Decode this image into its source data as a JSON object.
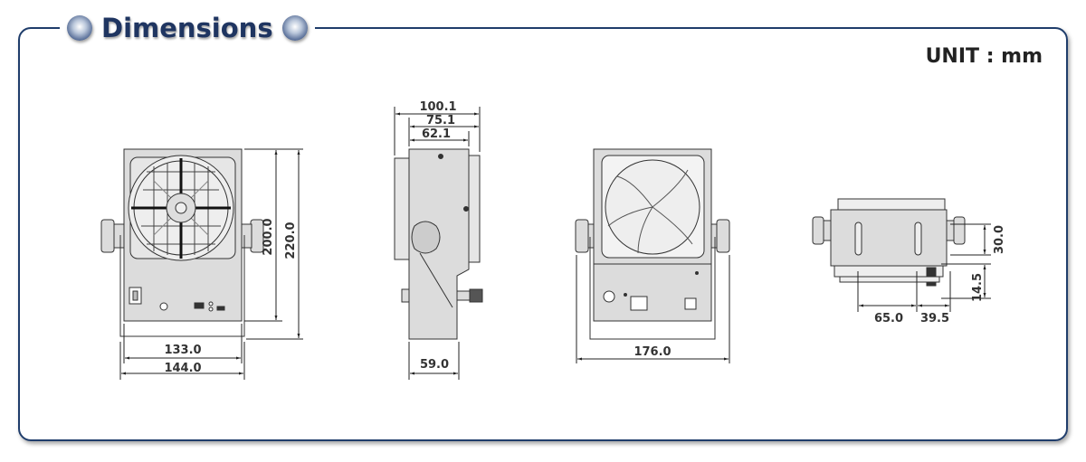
{
  "header": {
    "title": "Dimensions",
    "unit_label": "UNIT : mm"
  },
  "front_view": {
    "height_inner": "200.0",
    "height_outer": "220.0",
    "width_inner": "133.0",
    "width_outer": "144.0"
  },
  "side_view": {
    "depth_total": "100.1",
    "depth_mid": "75.1",
    "depth_body": "62.1",
    "base_depth": "59.0"
  },
  "rear_view": {
    "width_total": "176.0"
  },
  "top_view": {
    "slot_length": "30.0",
    "slot_offset": "14.5",
    "mount_spacing": "65.0",
    "mount_offset": "39.5"
  }
}
